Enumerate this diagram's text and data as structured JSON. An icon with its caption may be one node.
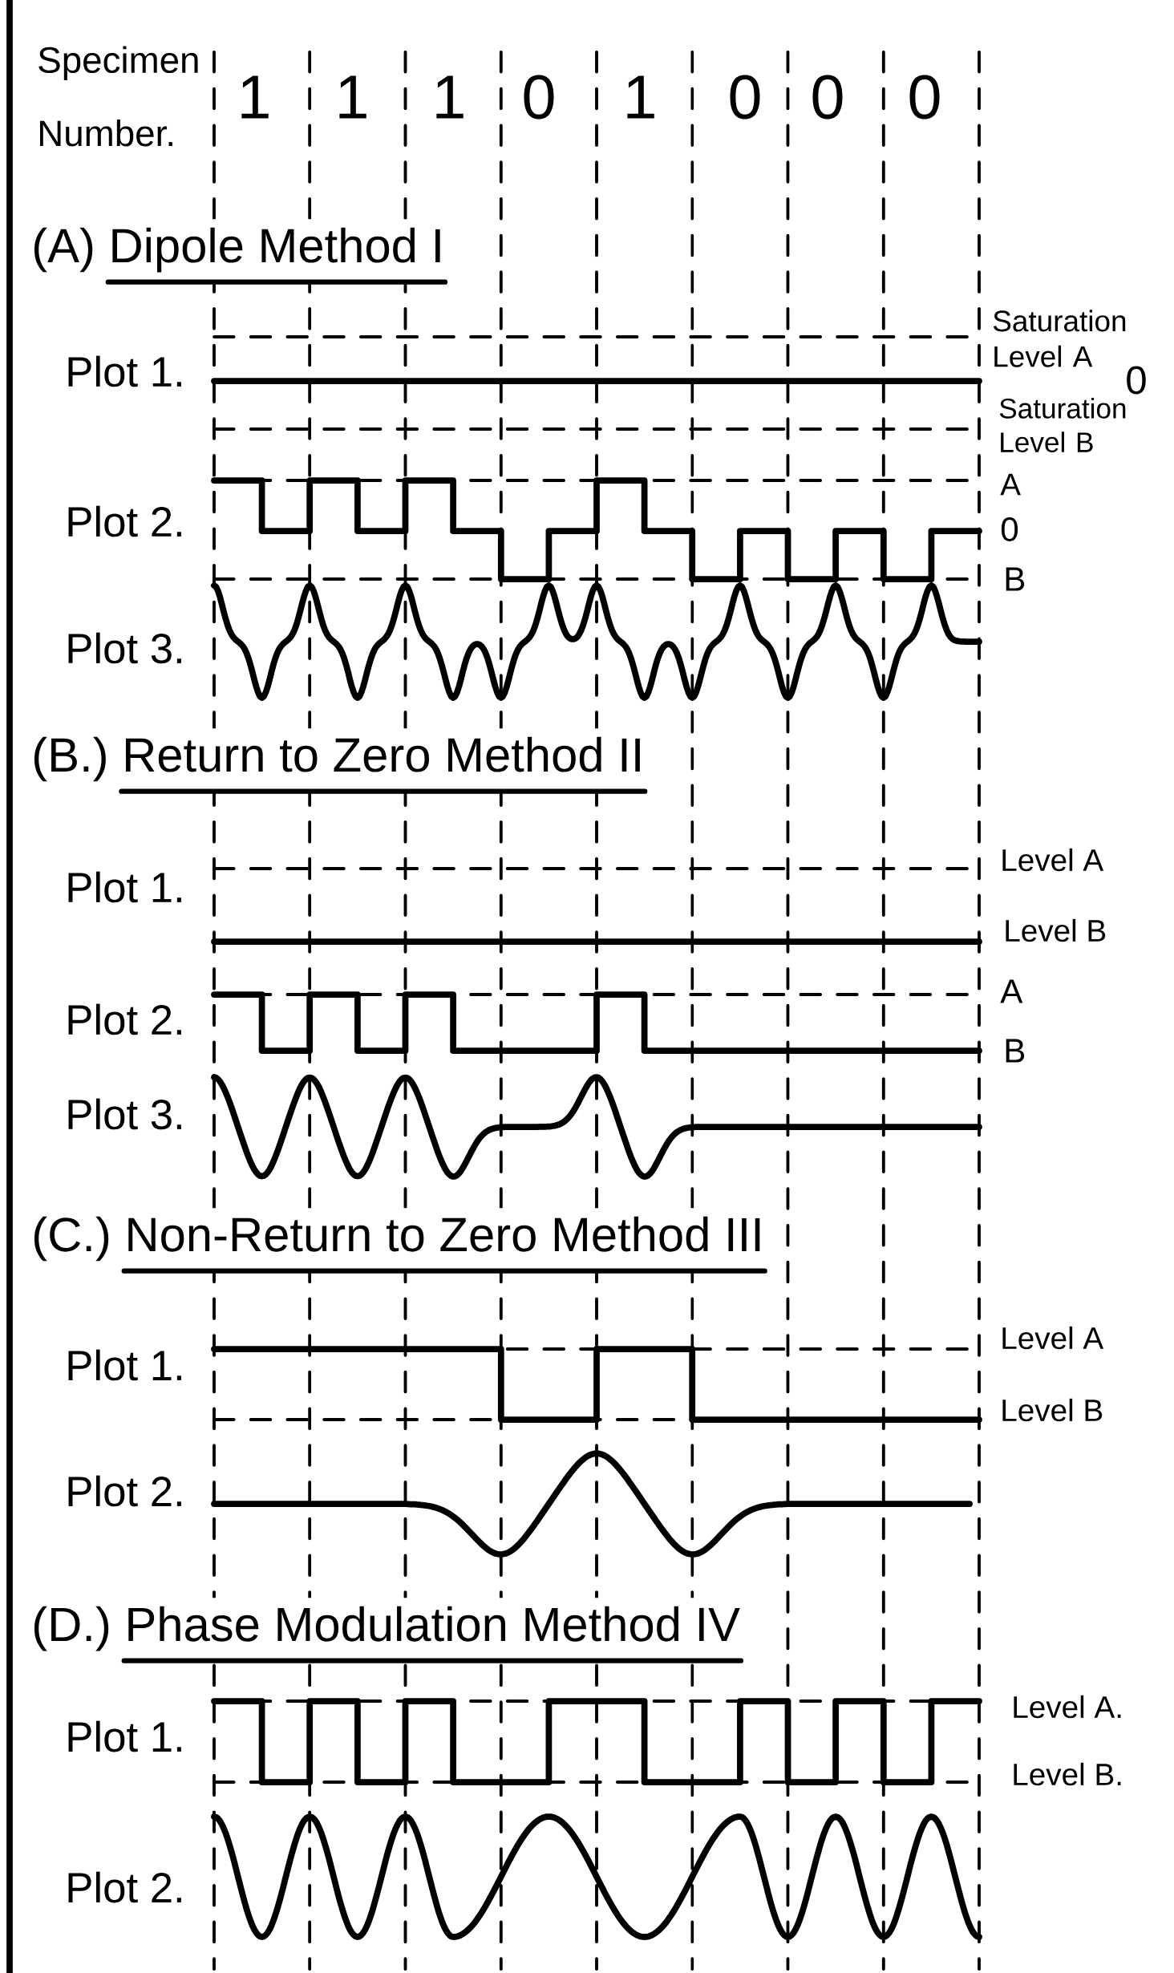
{
  "diagram": {
    "labels": [
      "Specimen Number.",
      "1",
      "1",
      "1",
      "0",
      "1",
      "0",
      "0",
      "0",
      "(A) Dipole Method I",
      "Saturation Level A",
      "Plot 1.",
      "0",
      "Saturation Level B",
      "A",
      "Plot 2.",
      "0",
      "B",
      "Plot 3.",
      "(B.) Return to Zero Method II",
      "Level A",
      "Plot 1.",
      "Level B",
      "A",
      "Plot 2.",
      "B",
      "Plot 3.",
      "(C.) Non-Return to Zero Method III",
      "Level A",
      "Plot 1.",
      "Level B",
      "Plot 2.",
      "(D.) Phase Modulation Method IV",
      "Level A.",
      "Plot 1.",
      "Level B.",
      "Plot 2."
    ]
  }
}
